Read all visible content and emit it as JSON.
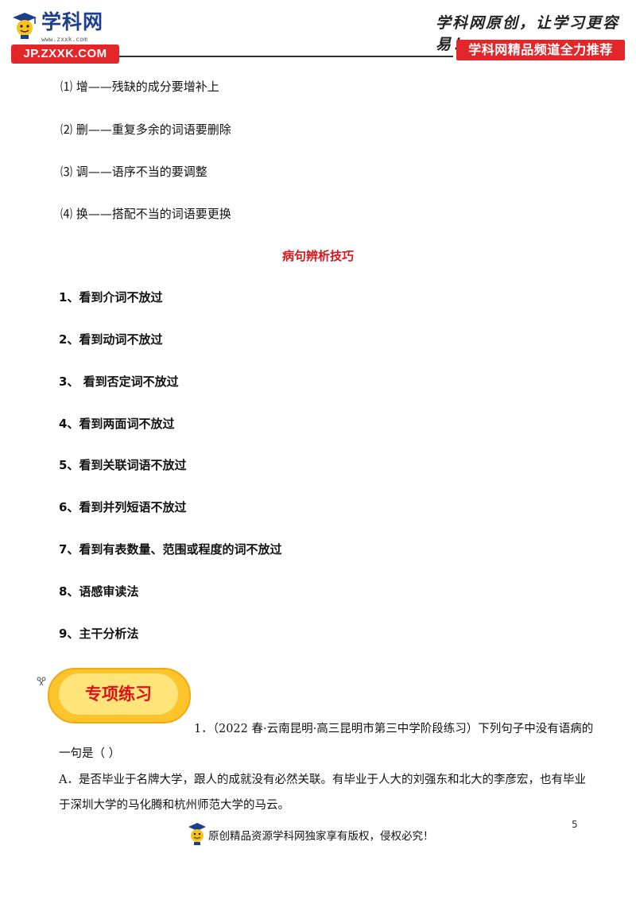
{
  "header": {
    "logo_text": "学科网",
    "logo_small_url": "www.zxxk.com",
    "logo_badge": "JP.ZXXK.COM",
    "slogan": "学科网原创，让学习更容易！",
    "banner": "学科网精品频道全力推荐"
  },
  "methods": [
    "⑴ 增——残缺的成分要增补上",
    "⑵ 删——重复多余的词语要删除",
    "⑶ 调——语序不当的要调整",
    "⑷ 换——搭配不当的词语要更换"
  ],
  "section_title": "病句辨析技巧",
  "tips": [
    "1、看到介词不放过",
    "2、看到动词不放过",
    "3、  看到否定词不放过",
    "4、看到两面词不放过",
    "5、看到关联词语不放过",
    "6、看到并列短语不放过",
    "7、看到有表数量、范围或程度的词不放过",
    "8、语感审读法",
    "9、主干分析法"
  ],
  "practice": {
    "label": "专项练习",
    "deco": "⌗\n✂"
  },
  "question": {
    "line1": "1．（2022 春·云南昆明·高三昆明市第三中学阶段练习）下列句子中没有语病的",
    "line2": "一句是（    ）",
    "option_a_line1": "A．是否毕业于名牌大学，跟人的成就没有必然关联。有毕业于人大的刘强东和北大的李彦宏，也有毕业",
    "option_a_line2": "于深圳大学的马化腾和杭州师范大学的马云。"
  },
  "page_number": "5",
  "footer": {
    "text": "原创精品资源学科网独家享有版权，侵权必究！"
  },
  "colors": {
    "brand_red": "#e3262a",
    "title_red": "#d4161c",
    "badge_yellow": "#fcc42b",
    "logo_blue": "#1d3d8f"
  }
}
